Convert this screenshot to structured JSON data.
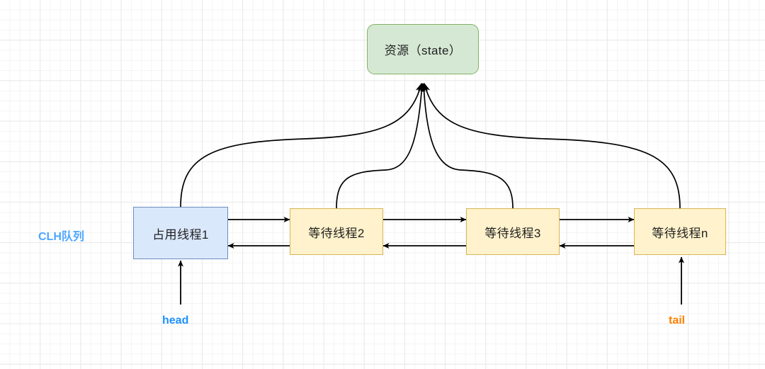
{
  "diagram": {
    "title_label": "CLH队列",
    "resource": {
      "label": "资源（state）",
      "fill": "#d5e8d4",
      "stroke": "#82b366"
    },
    "queue_nodes": [
      {
        "label": "占用线程1",
        "fill": "#dae8fc",
        "stroke": "#6c8ebf",
        "role": "owner"
      },
      {
        "label": "等待线程2",
        "fill": "#fff2cc",
        "stroke": "#d6b656",
        "role": "waiting"
      },
      {
        "label": "等待线程3",
        "fill": "#fff2cc",
        "stroke": "#d6b656",
        "role": "waiting"
      },
      {
        "label": "等待线程n",
        "fill": "#fff2cc",
        "stroke": "#d6b656",
        "role": "waiting"
      }
    ],
    "pointers": [
      {
        "label": "head",
        "color": "#1e90ff",
        "target": "占用线程1"
      },
      {
        "label": "tail",
        "color": "#ff8000",
        "target": "等待线程n"
      }
    ],
    "colors": {
      "clh_label": "#4da6ff",
      "edge": "#000000",
      "grid_minor": "#f4f4f4",
      "grid_major": "#e9e9e9",
      "background": "#ffffff"
    }
  }
}
